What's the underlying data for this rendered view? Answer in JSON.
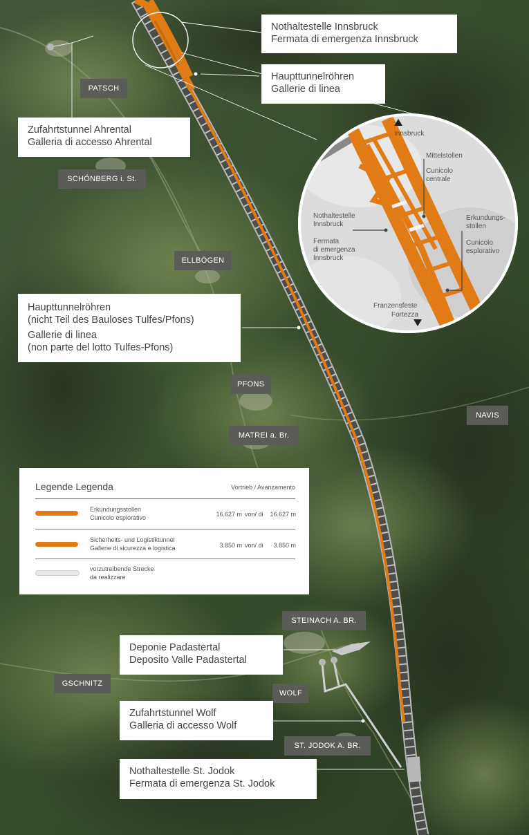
{
  "places": {
    "patsch": "PATSCH",
    "schoenberg": "SCHÖNBERG i. St.",
    "ellboegen": "ELLBÖGEN",
    "pfons": "PFONS",
    "navis": "NAVIS",
    "matrei": "MATREI a. Br.",
    "steinach": "STEINACH A. BR.",
    "gschnitz": "GSCHNITZ",
    "wolf": "WOLF",
    "stjodok": "ST. JODOK A. BR."
  },
  "callouts": {
    "nothalt_innsbruck": [
      "Nothaltestelle Innsbruck",
      "Fermata di emergenza Innsbruck"
    ],
    "haupttunnel_top": [
      "Haupttunnelröhren",
      "Gallerie di linea"
    ],
    "zufahrt_ahrental": [
      "Zufahrtstunnel Ahrental",
      "Galleria di accesso Ahrental"
    ],
    "haupttunnel_mid": [
      "Haupttunnelröhren",
      "(nicht Teil des Bauloses Tulfes/Pfons)",
      "Gallerie di linea",
      "(non parte del lotto Tulfes-Pfons)"
    ],
    "deponie": [
      "Deponie Padastertal",
      "Deposito Valle Padastertal"
    ],
    "zufahrt_wolf": [
      "Zufahrtstunnel Wolf",
      "Galleria di accesso Wolf"
    ],
    "nothalt_stjodok": [
      "Nothaltestelle St. Jodok",
      "Fermata di emergenza St. Jodok"
    ]
  },
  "inset": {
    "innsbruck": "Innsbruck",
    "mittelstollen": "Mittelstollen",
    "cunicolo_centrale_1": "Cunicolo",
    "cunicolo_centrale_2": "centrale",
    "nothalt_1": "Nothaltestelle",
    "nothalt_2": "Innsbruck",
    "fermata_1": "Fermata",
    "fermata_2": "di emergenza",
    "fermata_3": "Innsbruck",
    "erkundung_1": "Erkundungs-",
    "erkundung_2": "stollen",
    "cunicolo_espl_1": "Cunicolo",
    "cunicolo_espl_2": "esplorativo",
    "franzensfeste": "Franzensfeste",
    "fortezza": "Fortezza"
  },
  "legend": {
    "title": "Legende  Legenda",
    "header": "Vortrieb  / Avanzamento",
    "rows": [
      {
        "label_de": "Erkundungsstollen",
        "label_it": "Cunicolo esplorativo",
        "value": "16.627 m",
        "sep": "von/  di",
        "total": "16.627 m",
        "color": "#e07b15"
      },
      {
        "label_de": "Sicherheits- und Logistiktunnel",
        "label_it": "Gallerie di sicurezza e logistica",
        "value": "3.850 m",
        "sep": "von/  di",
        "total": "3.850 m",
        "color": "#e07b15"
      },
      {
        "label_de": "vorzutreibende Strecke",
        "label_it": "da realizzare",
        "value": "",
        "sep": "",
        "total": "",
        "color": "#e5e5e5"
      }
    ]
  },
  "colors": {
    "tunnel_orange": "#e07b15",
    "tunnel_gray": "#a9a9a9",
    "label_bg": "#5b5b58",
    "forest_dark": "#2f4023",
    "valley_green": "#6a8a42"
  }
}
